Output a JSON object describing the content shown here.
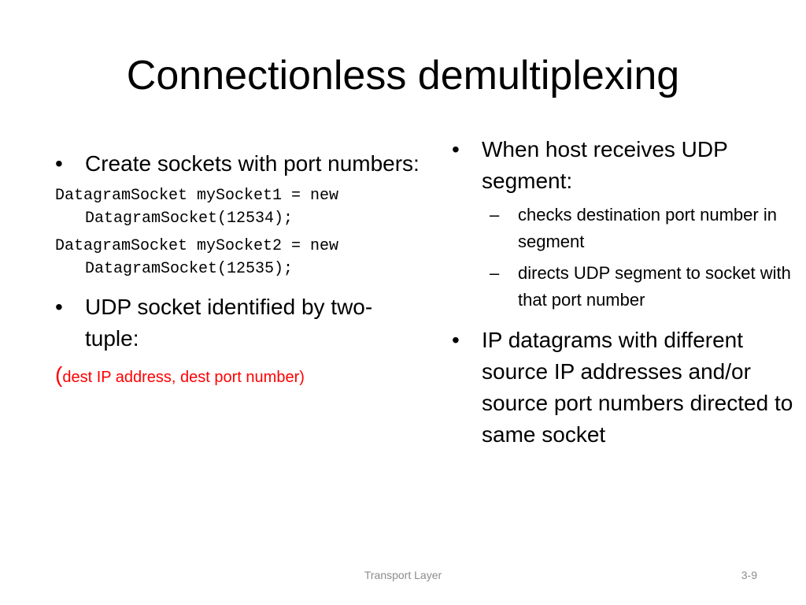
{
  "title": "Connectionless demultiplexing",
  "left": {
    "bullet1": "Create sockets with port numbers:",
    "code1": "DatagramSocket mySocket1 = new DatagramSocket(12534);",
    "code2": "DatagramSocket mySocket2 = new DatagramSocket(12535);",
    "bullet2": "UDP socket identified by  two-tuple:",
    "tuple_open": "(",
    "tuple_text": "dest IP address, dest port number)"
  },
  "right": {
    "bullet1": "When host receives UDP segment:",
    "sub1": "checks destination port number in segment",
    "sub2": "directs UDP segment to socket with that port number",
    "bullet2": "IP datagrams with different source IP addresses and/or source port numbers directed to same socket"
  },
  "footer": {
    "center": "Transport Layer",
    "page": "3-9"
  },
  "glyphs": {
    "bullet": "•",
    "dash": "–"
  },
  "colors": {
    "text": "#000000",
    "accent": "#ff0000",
    "footer": "#8c8c8c"
  }
}
